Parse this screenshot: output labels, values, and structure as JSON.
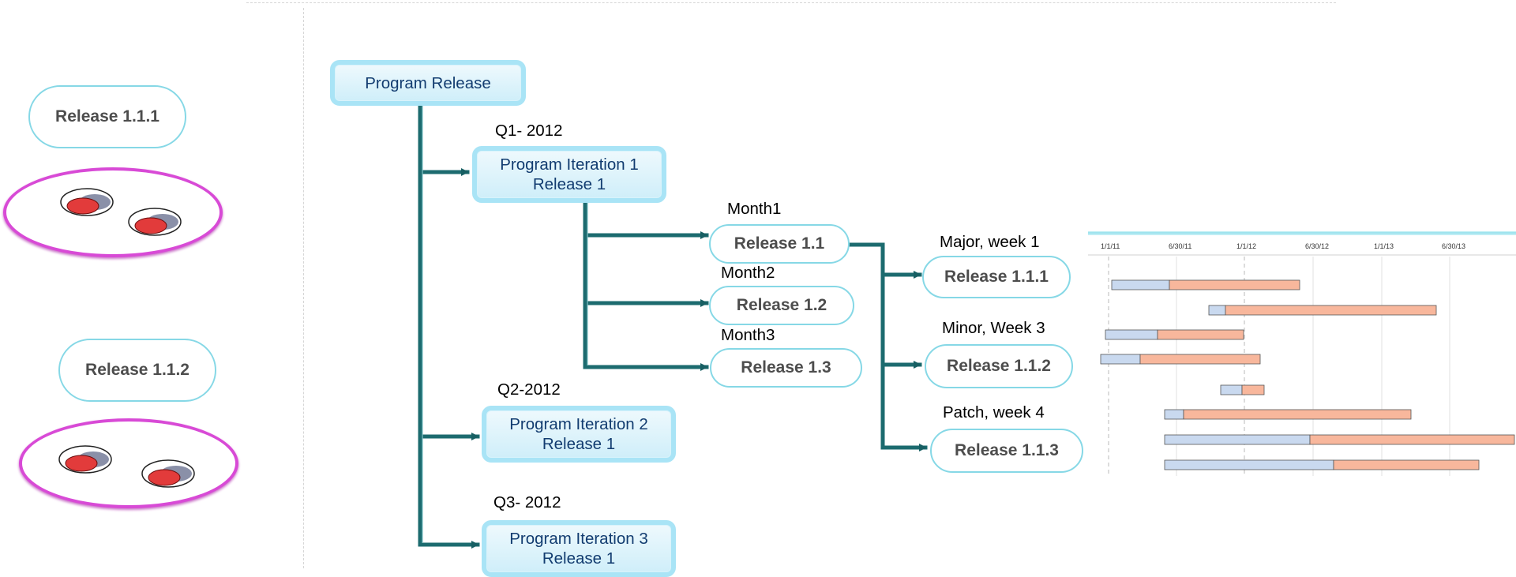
{
  "legend": {
    "release_top": "Release 1.1.1",
    "release_bottom": "Release 1.1.2"
  },
  "tree": {
    "root": "Program Release",
    "quarters": [
      {
        "label": "Q1- 2012",
        "line1": "Program Iteration 1",
        "line2": "Release 1"
      },
      {
        "label": "Q2-2012",
        "line1": "Program Iteration 2",
        "line2": "Release 1"
      },
      {
        "label": "Q3- 2012",
        "line1": "Program Iteration 3",
        "line2": "Release 1"
      }
    ],
    "months": [
      {
        "label": "Month1",
        "release": "Release 1.1"
      },
      {
        "label": "Month2",
        "release": "Release 1.2"
      },
      {
        "label": "Month3",
        "release": "Release 1.3"
      }
    ],
    "weeks": [
      {
        "label": "Major, week 1",
        "release": "Release 1.1.1"
      },
      {
        "label": "Minor, Week 3",
        "release": "Release 1.1.2"
      },
      {
        "label": "Patch, week 4",
        "release": "Release 1.1.3"
      }
    ]
  },
  "gantt": {
    "axis_labels": [
      "1/1/11",
      "6/30/11",
      "1/1/12",
      "6/30/12",
      "1/1/13",
      "6/30/13"
    ],
    "colors": {
      "done": "#c9d9ef",
      "remaining": "#f8b79c",
      "header": "#9fe3ee"
    }
  }
}
